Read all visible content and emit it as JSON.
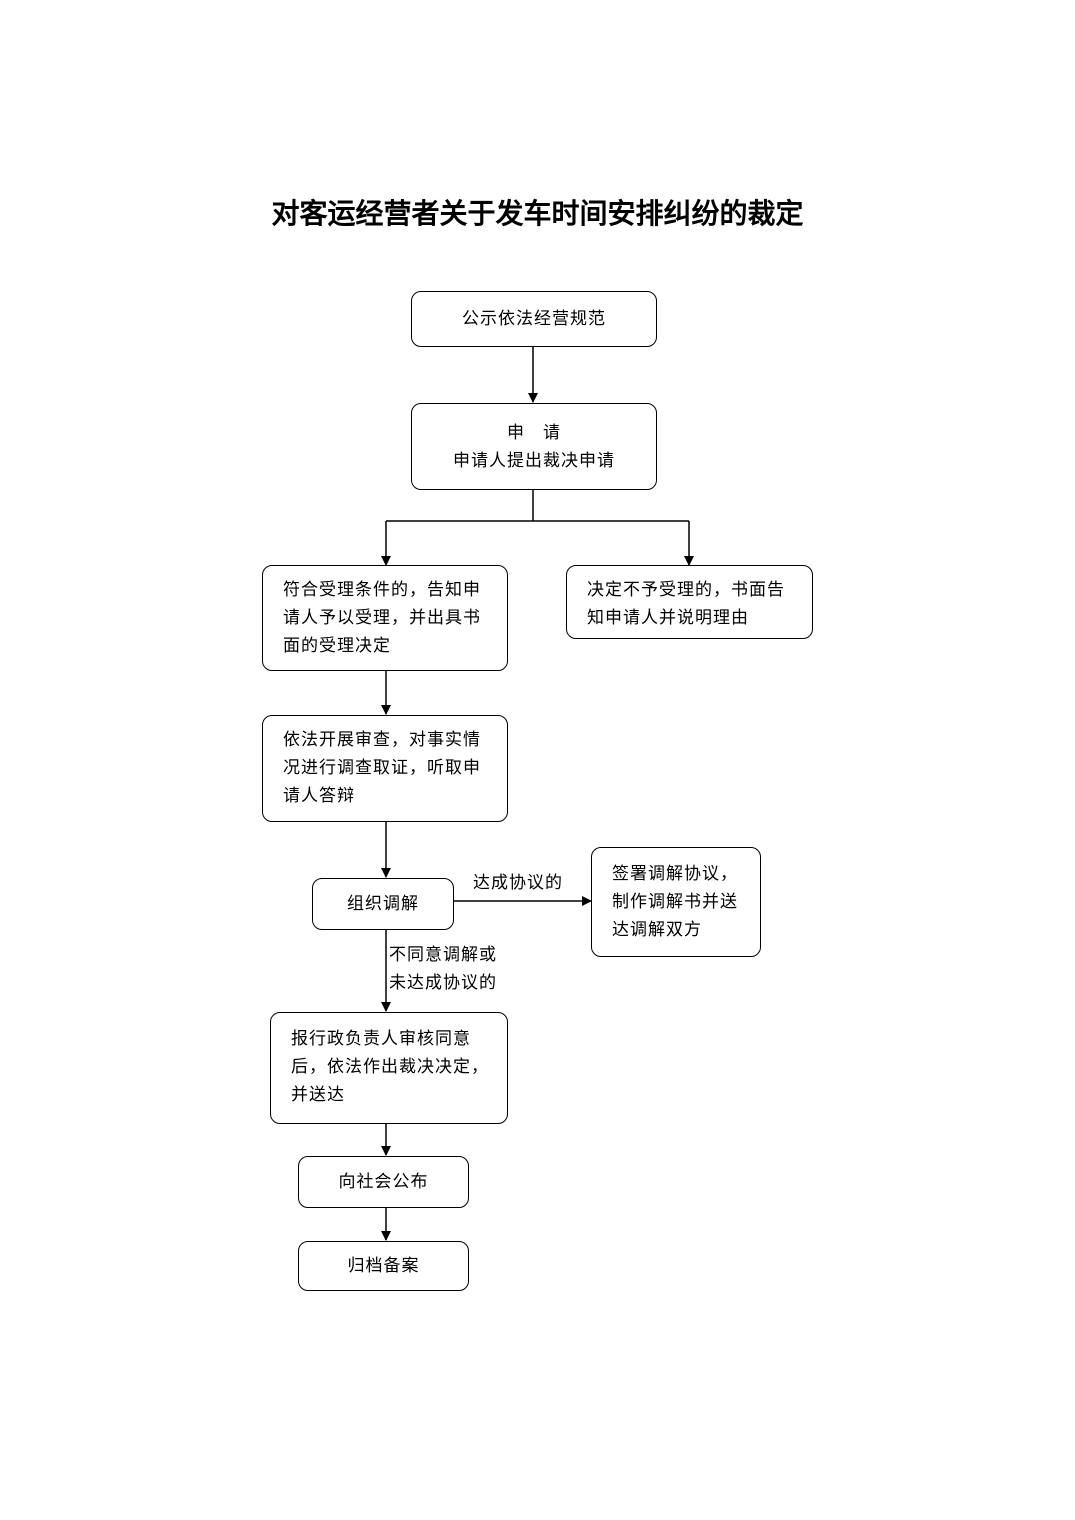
{
  "title": "对客运经营者关于发车时间安排纠纷的裁定",
  "nodes": {
    "publicize": "公示依法经营规范",
    "apply_title": "申　请",
    "apply_desc": "申请人提出裁决申请",
    "accept": "符合受理条件的，告知申请人予以受理，并出具书面的受理决定",
    "reject": "决定不予受理的，书面告知申请人并说明理由",
    "review": "依法开展审查，对事实情况进行调查取证，听取申请人答辩",
    "mediate": "组织调解",
    "agreement": "签署调解协议，制作调解书并送达调解双方",
    "ruling": "报行政负责人审核同意后，依法作出裁决决定，并送达",
    "publish": "向社会公布",
    "archive": "归档备案"
  },
  "edge_labels": {
    "reached_agreement": "达成协议的",
    "no_agreement_line1": "不同意调解或",
    "no_agreement_line2": "未达成协议的"
  }
}
